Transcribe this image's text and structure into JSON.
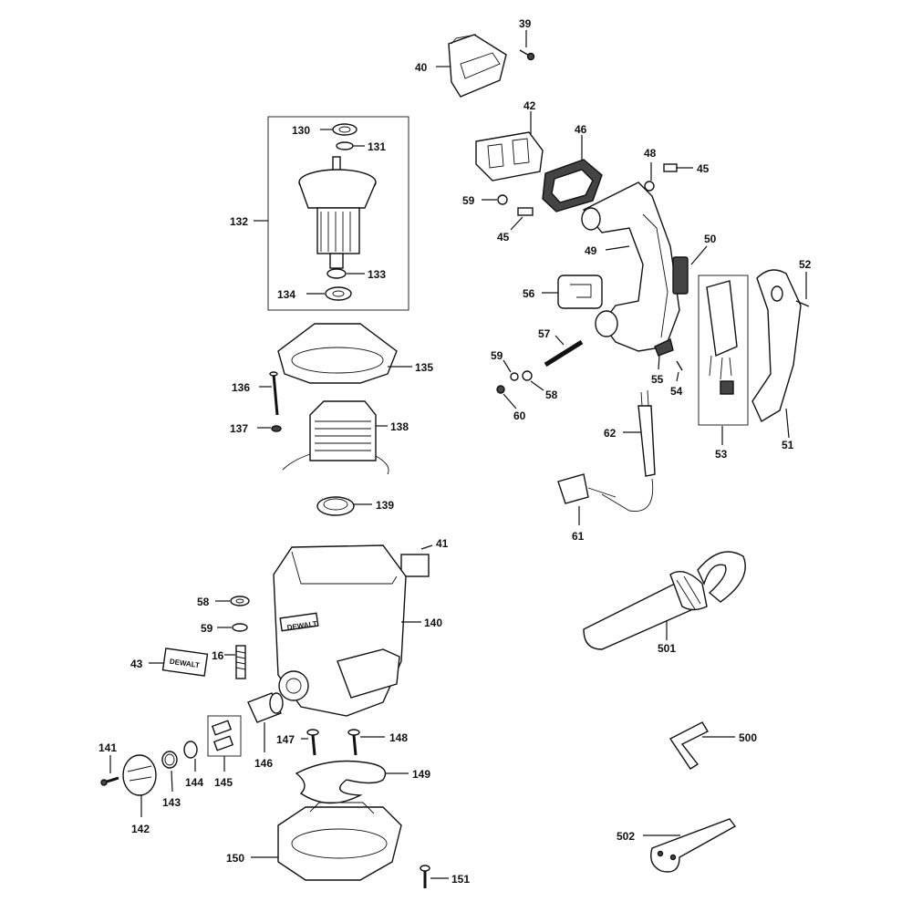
{
  "labels": {
    "p39": "39",
    "p40": "40",
    "p42": "42",
    "p46": "46",
    "p48": "48",
    "p45a": "45",
    "p59a": "59",
    "p45b": "45",
    "p49": "49",
    "p50": "50",
    "p52": "52",
    "p56": "56",
    "p57": "57",
    "p59b": "59",
    "p58a": "58",
    "p60": "60",
    "p55": "55",
    "p54": "54",
    "p53": "53",
    "p51": "51",
    "p62": "62",
    "p61": "61",
    "p130": "130",
    "p131": "131",
    "p132": "132",
    "p133": "133",
    "p134": "134",
    "p135": "135",
    "p136": "136",
    "p137": "137",
    "p138": "138",
    "p139": "139",
    "p41": "41",
    "p58b": "58",
    "p140": "140",
    "p59c": "59",
    "p16": "16",
    "p43": "43",
    "p501": "501",
    "p141": "141",
    "p147": "147",
    "p148": "148",
    "p500": "500",
    "p146": "146",
    "p145": "145",
    "p144": "144",
    "p143": "143",
    "p142": "142",
    "p149": "149",
    "p502": "502",
    "p150": "150",
    "p151": "151"
  },
  "brand_plate": "DEWALT"
}
